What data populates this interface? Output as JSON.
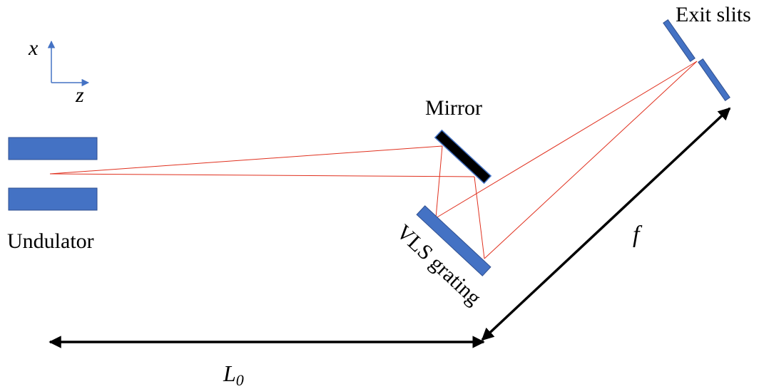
{
  "axes": {
    "x_label": "x",
    "z_label": "z"
  },
  "labels": {
    "undulator": "Undulator",
    "mirror": "Mirror",
    "grating": "VLS grating",
    "exit_slits": "Exit slits",
    "focal_length": "f",
    "distance_main": "L",
    "distance_sub": "0"
  },
  "colors": {
    "component_fill": "#4472c4",
    "component_stroke": "#2f4f8f",
    "mirror_fill": "#000000",
    "ray": "#e0301e",
    "axis_arrow": "#4472c4",
    "dimension": "#000000"
  },
  "icons": {
    "axis": "axis-arrows-icon",
    "dimension": "double-arrow-icon"
  }
}
